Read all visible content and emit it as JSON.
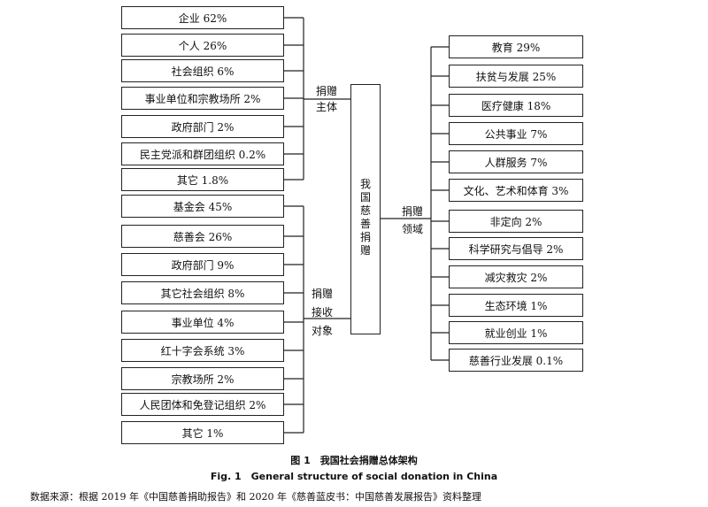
{
  "donors": {
    "label_top": "捐赠",
    "label_bottom": "主体",
    "items": [
      "企业 62%",
      "个人 26%",
      "社会组织 6%",
      "事业单位和宗教场所 2%",
      "政府部门 2%",
      "民主党派和群团组织 0.2%",
      "其它 1.8%"
    ]
  },
  "recipients": {
    "label_line1": "捐赠",
    "label_line2": "接收",
    "label_line3": "对象",
    "items": [
      "基金会 45%",
      "慈善会 26%",
      "政府部门 9%",
      "其它社会组织 8%",
      "事业单位 4%",
      "红十字会系统 3%",
      "宗教场所 2%",
      "人民团体和免登记组织 2%",
      "其它 1%"
    ]
  },
  "center": {
    "text": "我国慈善捐赠"
  },
  "fields": {
    "label_top": "捐赠",
    "label_bottom": "领域",
    "items": [
      "教育 29%",
      "扶贫与发展 25%",
      "医疗健康 18%",
      "公共事业 7%",
      "人群服务 7%",
      "文化、艺术和体育 3%",
      "非定向 2%",
      "科学研究与倡导 2%",
      "减灾救灾 2%",
      "生态环境 1%",
      "就业创业 1%",
      "慈善行业发展 0.1%"
    ]
  },
  "caption": {
    "cn": "图 1　我国社会捐赠总体架构",
    "en": "Fig. 1　General structure of social donation in China"
  },
  "source": "数据来源：根据 2019 年《中国慈善捐助报告》和 2020 年《慈善蓝皮书：中国慈善发展报告》资料整理"
}
